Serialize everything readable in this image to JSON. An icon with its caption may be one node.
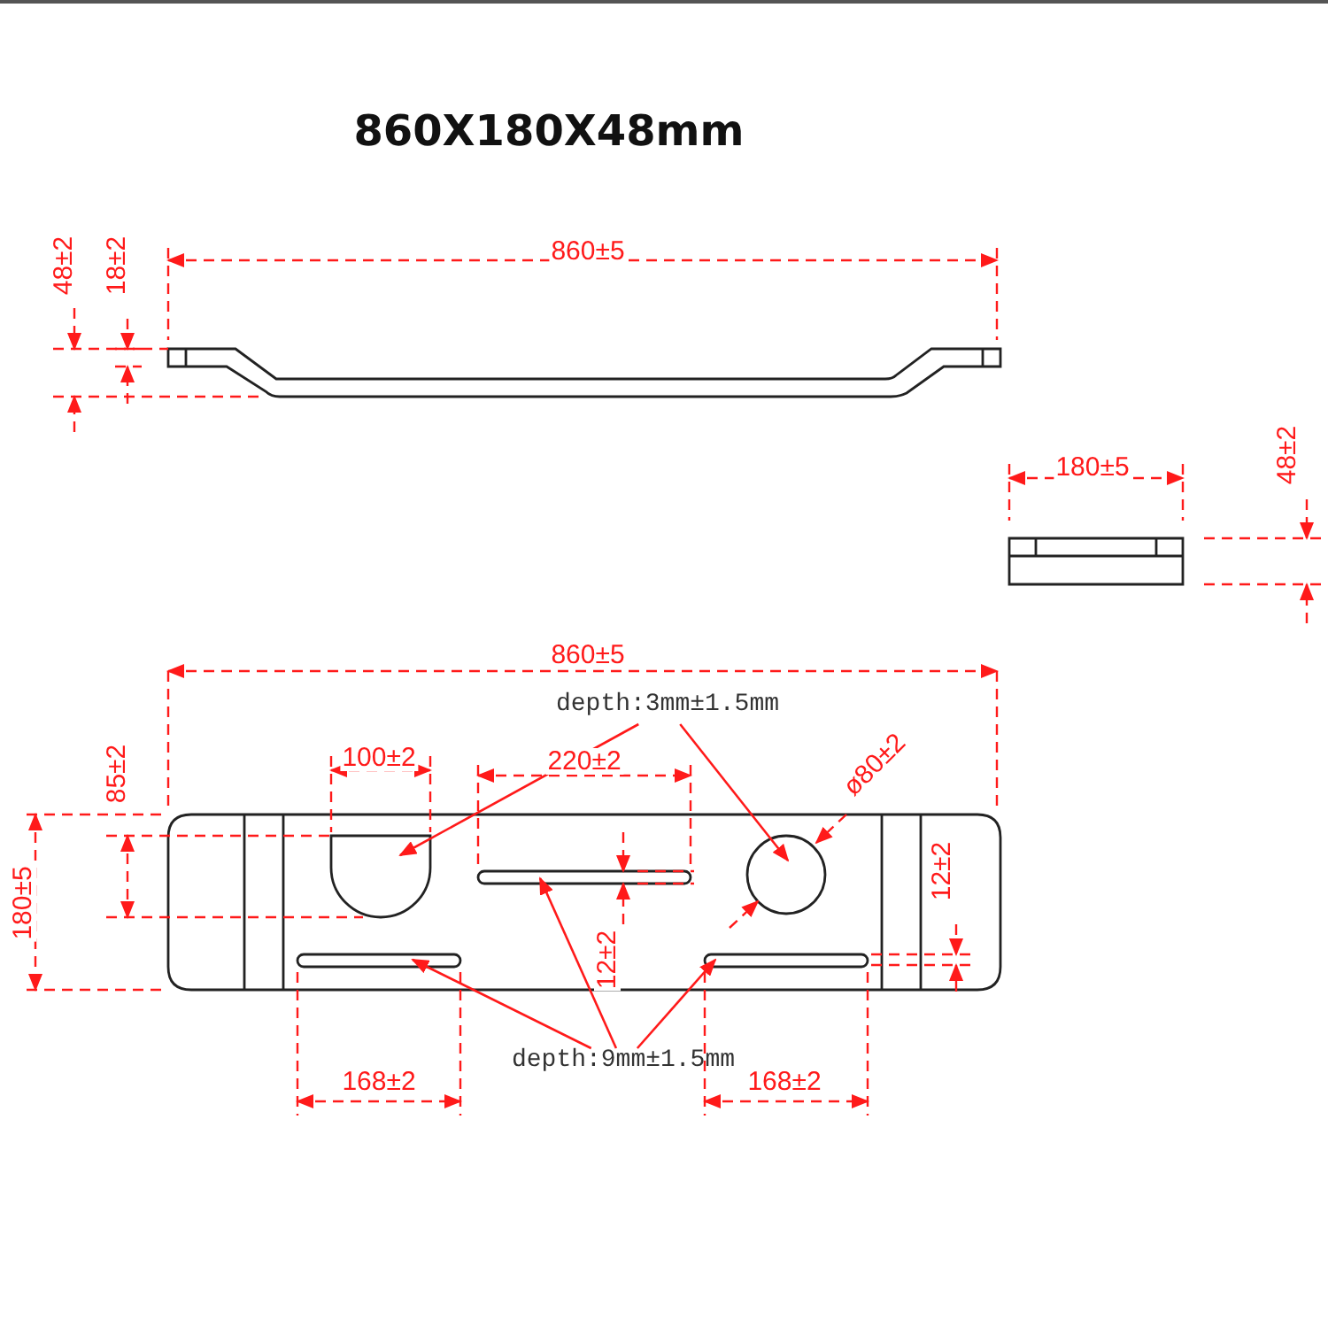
{
  "diagram": {
    "title": "860X180X48mm",
    "nodes": [
      {
        "text": [
          "depth:3mm±1.5mm"
        ]
      },
      {
        "text": [],
        "shape": "box"
      },
      {
        "text": [],
        "shape": "circle"
      },
      {
        "text": [
          "depth:9mm±1.5mm"
        ]
      },
      {
        "text": [],
        "shape": "bar"
      },
      {
        "text": [],
        "shape": "bar"
      },
      {
        "text": [],
        "shape": "bar"
      }
    ],
    "edges": [
      {
        "from": 0,
        "to": 1,
        "arrow": "to"
      },
      {
        "from": 0,
        "to": 2,
        "arrow": "to"
      },
      {
        "from": 3,
        "to": 4,
        "arrow": "to"
      },
      {
        "from": 3,
        "to": 5,
        "arrow": "to"
      },
      {
        "from": 3,
        "to": 6,
        "arrow": "to"
      }
    ],
    "labels": [
      "48±2",
      "18±2",
      "860±5",
      "180±5",
      "48±2",
      "860±5",
      "85±2",
      "100±2",
      "220±2",
      "ø80±2",
      "180±5",
      "12±2",
      "12±2",
      "168±2",
      "168±2"
    ]
  }
}
